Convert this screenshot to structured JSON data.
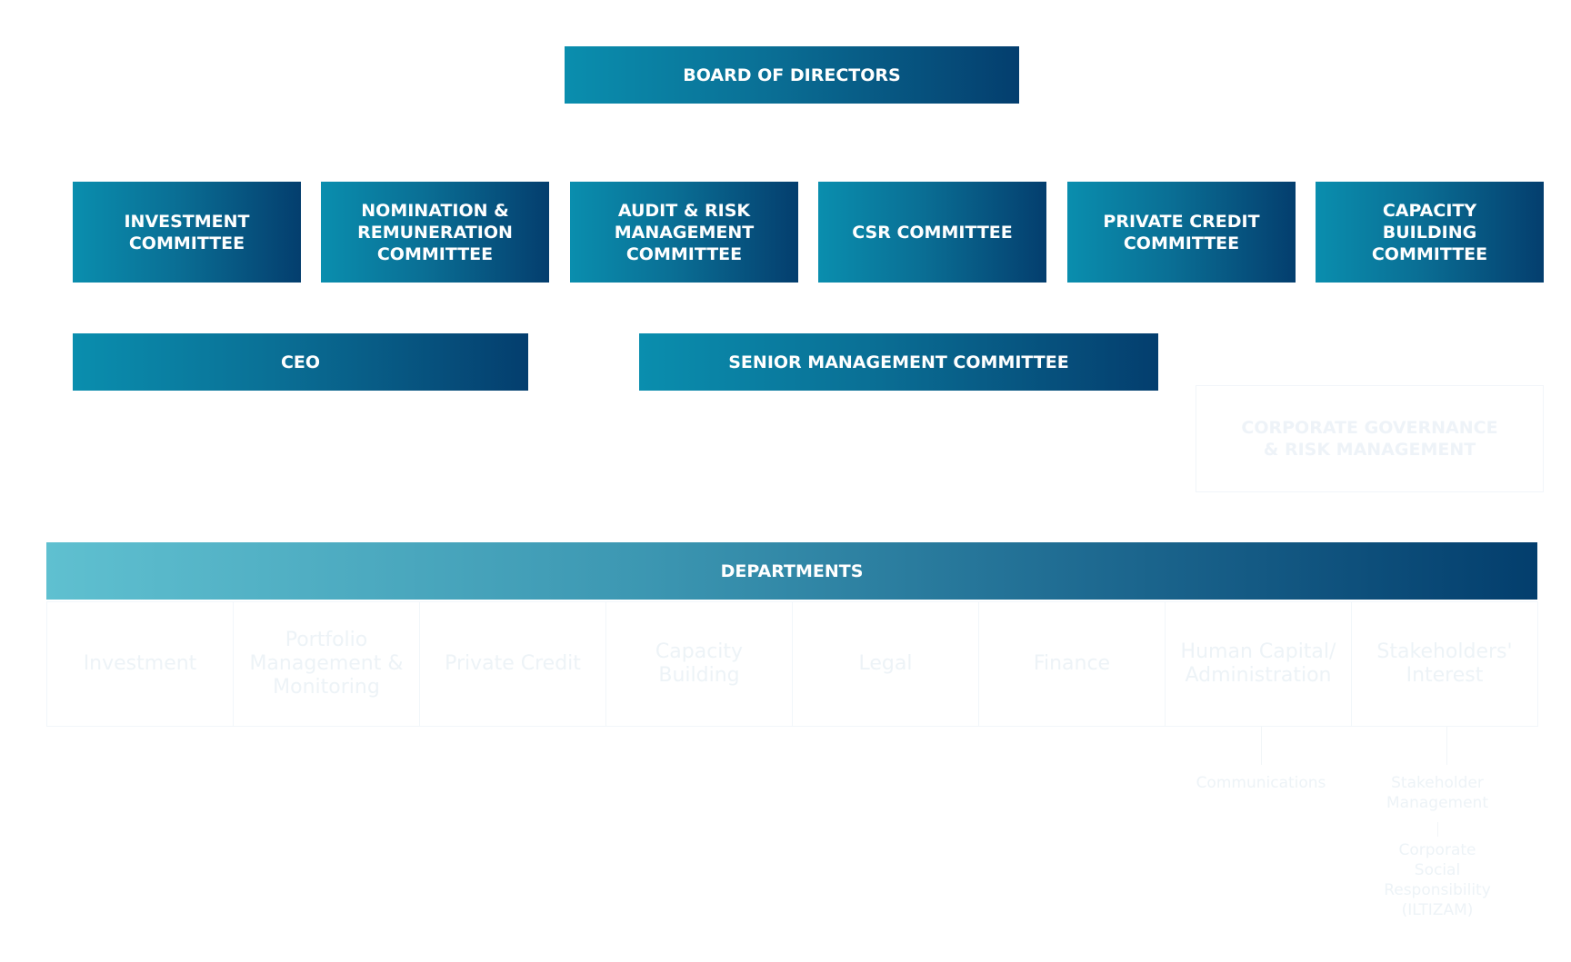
{
  "board": {
    "label": "BOARD OF DIRECTORS"
  },
  "committees": [
    {
      "label": "INVESTMENT\nCOMMITTEE"
    },
    {
      "label": "NOMINATION &\nREMUNERATION\nCOMMITTEE"
    },
    {
      "label": "AUDIT & RISK\nMANAGEMENT\nCOMMITTEE"
    },
    {
      "label": "CSR COMMITTEE"
    },
    {
      "label": "PRIVATE CREDIT\nCOMMITTEE"
    },
    {
      "label": "CAPACITY\nBUILDING\nCOMMITTEE"
    }
  ],
  "ceo": {
    "label": "CEO"
  },
  "senior_management": {
    "label": "SENIOR MANAGEMENT COMMITTEE"
  },
  "governance": {
    "label": "CORPORATE GOVERNANCE\n& RISK MANAGEMENT"
  },
  "departments": {
    "label": "DEPARTMENTS",
    "items": [
      {
        "label": "Investment"
      },
      {
        "label": "Portfolio\nManagement &\nMonitoring"
      },
      {
        "label": "Private Credit"
      },
      {
        "label": "Capacity\nBuilding"
      },
      {
        "label": "Legal"
      },
      {
        "label": "Finance"
      },
      {
        "label": "Human Capital/\nAdministration"
      },
      {
        "label": "Stakeholders'\nInterest"
      }
    ]
  },
  "sub_units": {
    "communications": "Communications",
    "stakeholder_management": "Stakeholder\nManagement",
    "csr": "Corporate\nSocial\nResponsibility\n(ILTIZAM)"
  }
}
